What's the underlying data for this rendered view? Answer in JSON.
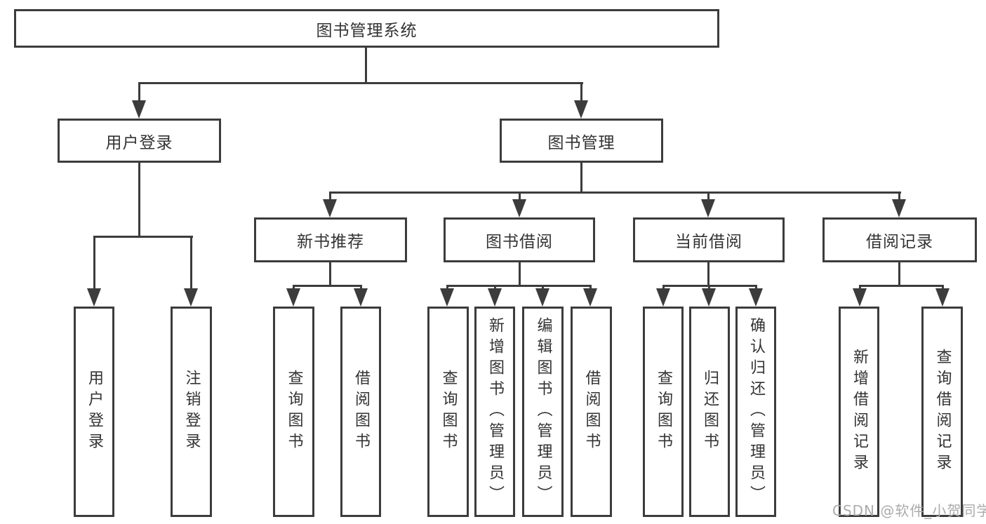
{
  "diagram_title": "图书管理系统",
  "nodes": {
    "root": {
      "label": "图书管理系统"
    },
    "user_login": {
      "label": "用户登录"
    },
    "book_mgmt": {
      "label": "图书管理"
    },
    "login_leaf": {
      "label": "用户登录"
    },
    "logout_leaf": {
      "label": "注销登录"
    },
    "new_book_rec": {
      "label": "新书推荐"
    },
    "book_borrow": {
      "label": "图书借阅"
    },
    "current_borrow": {
      "label": "当前借阅"
    },
    "borrow_record": {
      "label": "借阅记录"
    },
    "nbr_query_book": {
      "label": "查询图书"
    },
    "nbr_borrow_book": {
      "label": "借阅图书"
    },
    "bb_query_book": {
      "label": "查询图书"
    },
    "bb_add_book": {
      "label": "新增图书（管理员）"
    },
    "bb_edit_book": {
      "label": "编辑图书（管理员）"
    },
    "bb_borrow_book": {
      "label": "借阅图书"
    },
    "cb_query_book": {
      "label": "查询图书"
    },
    "cb_return_book": {
      "label": "归还图书"
    },
    "cb_confirm_return": {
      "label": "确认归还（管理员）"
    },
    "br_add_record": {
      "label": "新增借阅记录"
    },
    "br_query_record": {
      "label": "查询借阅记录"
    }
  },
  "watermark": {
    "text": "CSDN @软件_小贺同学"
  },
  "colors": {
    "line": "#3c3c3c",
    "text": "#333333",
    "background": "#ffffff",
    "watermark": "#ababab"
  }
}
